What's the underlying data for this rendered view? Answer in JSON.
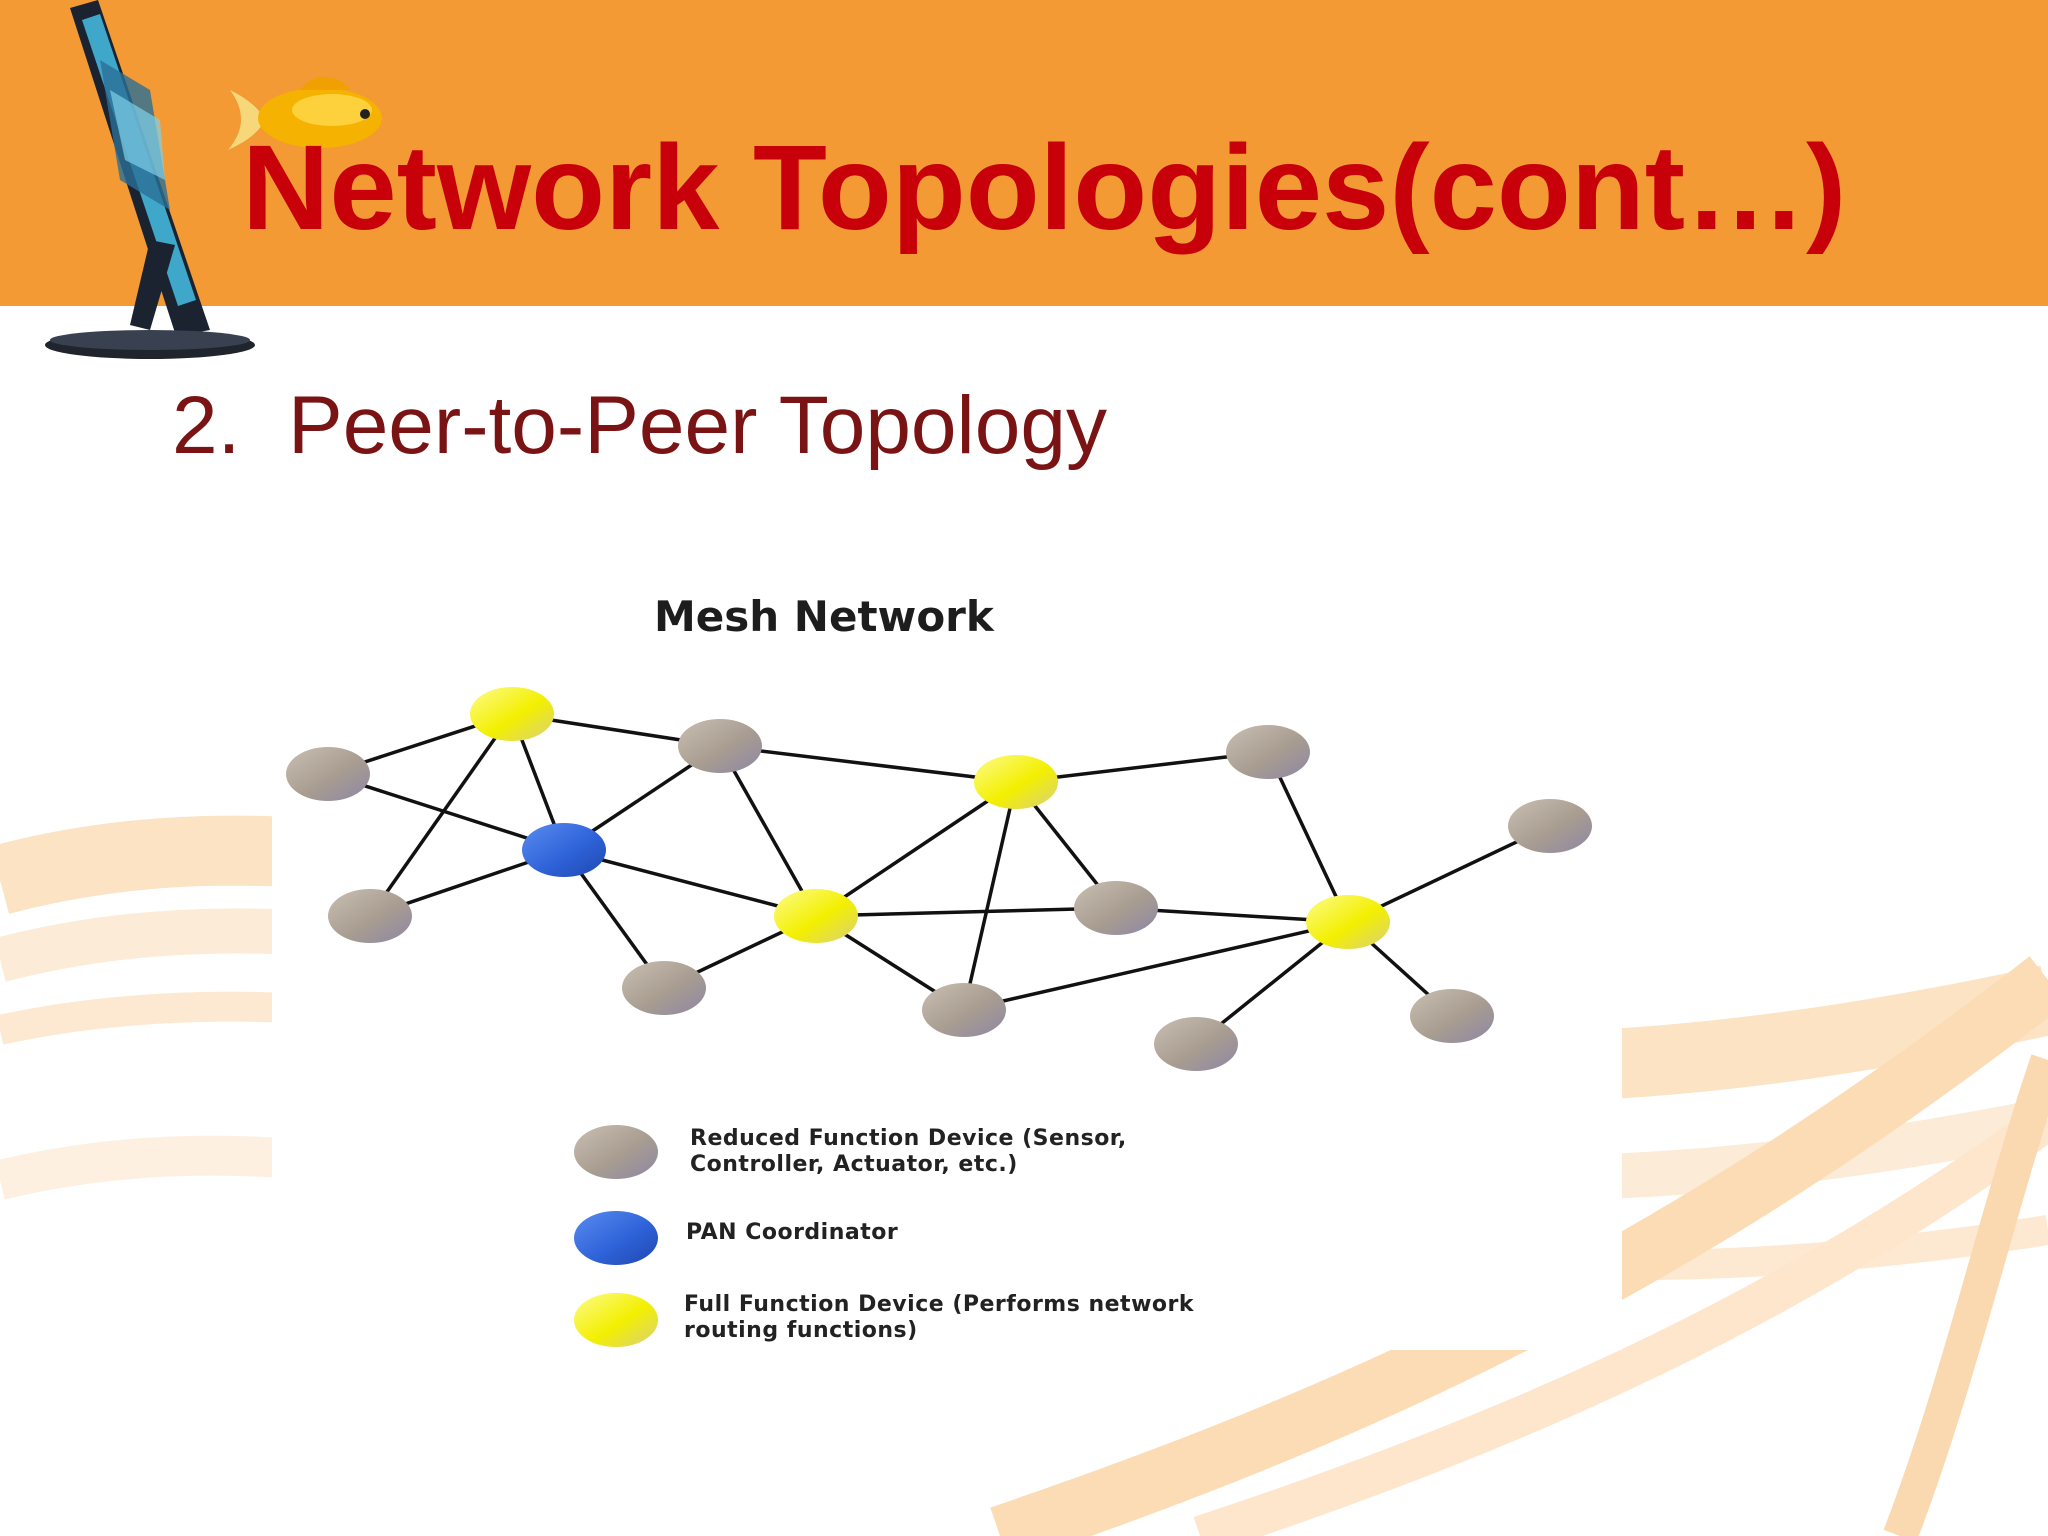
{
  "slide": {
    "title": "Network Topologies(cont…)",
    "subtitle_number": "2.",
    "subtitle_text": "Peer-to-Peer Topology"
  },
  "diagram": {
    "title": "Mesh Network",
    "legend": [
      {
        "kind": "rfd",
        "label": "Reduced Function Device (Sensor,\nController, Actuator, etc.)"
      },
      {
        "kind": "pan",
        "label": "PAN Coordinator"
      },
      {
        "kind": "ffd",
        "label": "Full Function Device (Performs network\nrouting functions)"
      }
    ],
    "nodes": [
      {
        "id": "n1",
        "kind": "rfd"
      },
      {
        "id": "n2",
        "kind": "ffd"
      },
      {
        "id": "n3",
        "kind": "rfd"
      },
      {
        "id": "n4",
        "kind": "ffd"
      },
      {
        "id": "n5",
        "kind": "rfd"
      },
      {
        "id": "n6",
        "kind": "rfd"
      },
      {
        "id": "n7",
        "kind": "pan"
      },
      {
        "id": "n8",
        "kind": "rfd"
      },
      {
        "id": "n9",
        "kind": "ffd"
      },
      {
        "id": "n10",
        "kind": "rfd"
      },
      {
        "id": "n11",
        "kind": "ffd"
      },
      {
        "id": "n12",
        "kind": "rfd"
      },
      {
        "id": "n13",
        "kind": "rfd"
      },
      {
        "id": "n14",
        "kind": "rfd"
      },
      {
        "id": "n15",
        "kind": "rfd"
      }
    ],
    "links": [
      [
        "n1",
        "n2"
      ],
      [
        "n1",
        "n7"
      ],
      [
        "n2",
        "n3"
      ],
      [
        "n2",
        "n7"
      ],
      [
        "n2",
        "n6"
      ],
      [
        "n3",
        "n4"
      ],
      [
        "n3",
        "n7"
      ],
      [
        "n3",
        "n9"
      ],
      [
        "n4",
        "n5"
      ],
      [
        "n4",
        "n9"
      ],
      [
        "n4",
        "n10"
      ],
      [
        "n4",
        "n13"
      ],
      [
        "n5",
        "n11"
      ],
      [
        "n6",
        "n7"
      ],
      [
        "n7",
        "n9"
      ],
      [
        "n7",
        "n8"
      ],
      [
        "n8",
        "n9"
      ],
      [
        "n9",
        "n10"
      ],
      [
        "n9",
        "n13"
      ],
      [
        "n10",
        "n11"
      ],
      [
        "n11",
        "n12"
      ],
      [
        "n11",
        "n13"
      ],
      [
        "n11",
        "n14"
      ],
      [
        "n11",
        "n15"
      ]
    ]
  },
  "colors": {
    "header_orange": "#f39a34",
    "title_red": "#c8000a",
    "subtitle_red": "#7a1414",
    "rfd_gray": "#a79c8e",
    "pan_blue": "#2f63d9",
    "ffd_yellow": "#f6f000",
    "link_black": "#111111"
  },
  "icons": {
    "monitor": "computer-monitor-icon",
    "fish": "goldfish-icon"
  }
}
